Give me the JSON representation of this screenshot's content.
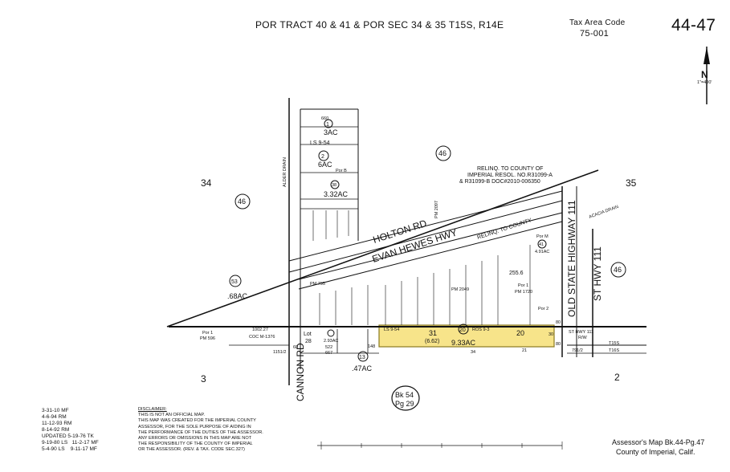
{
  "header": {
    "title": "POR TRACT 40 & 41 & POR SEC 34 & 35 T15S, R14E",
    "tax_area_label": "Tax Area Code",
    "tax_area_code": "75-001",
    "map_number": "44-47"
  },
  "north_arrow": {
    "letter": "N",
    "scale": "1\"=400'"
  },
  "sections": {
    "s34": "34",
    "s35": "35",
    "s3": "3",
    "s2": "2"
  },
  "circles": {
    "c46a": "46",
    "c46b": "46",
    "c46c": "46"
  },
  "roads": {
    "holton": "HOLTON RD",
    "evan": "EVAN HEWES HWY",
    "old_hwy": "OLD STATE HIGHWAY 111",
    "st_hwy": "ST HWY 111",
    "cannon": "CANNON RD",
    "alder": "ALDER DRAIN",
    "acacia": "ACACIA DRAIN"
  },
  "relinq": {
    "line1": "RELINQ. TO COUNTY OF",
    "line2": "IMPERIAL RESOL. NO.R31099-A",
    "line3": "& R31099-B   DOC#2010-006350",
    "county": "RELINQ. TO COUNTY"
  },
  "parcels": {
    "p1": "1",
    "p1_acres": "3AC",
    "p1_dim": "660",
    "p2": "2",
    "p2_acres": "6AC",
    "p2_por": "Por B",
    "p38": "38",
    "p38_acres": "3.32AC",
    "ls954": "LS 9-54",
    "p53": "53",
    "p53_acres": ".68AC",
    "lot28_a": "Lot",
    "lot28_b": "28",
    "p13": "13",
    "p13_acres": ".47AC",
    "p31": "31",
    "p31_acres": "(6.62)",
    "p20": "20",
    "p20_b": "20",
    "ros": "ROS 9-3",
    "yellow_acres": "9.33AC",
    "ls954b": "LS 9-54",
    "p12_acres": "2.93AC",
    "p41": "41",
    "p41_acres": "4.91AC",
    "por_m": "Por M",
    "por1_pm": "Por 1",
    "pm1720": "PM 1720",
    "por2": "Por 2",
    "acres_2551": "255.6",
    "por1_pm596": "Por 1",
    "pm596": "PM 596",
    "coc": "COC M-1376",
    "dim_1002": "1002.27",
    "dim_522": "522",
    "dim_667": "667",
    "dim_1151": "1151/2",
    "dim_148": "148",
    "dim_791": "791/2",
    "dim_80a": "80",
    "dim_80b": "80",
    "dim_21": "21",
    "dim_34": "34",
    "dim_60": "60",
    "dim_30": "30",
    "st_hwy_rw_a": "ST HWY 111",
    "st_hwy_rw_b": "R/W",
    "t15s": "T15S",
    "t16s": "T16S",
    "pm2097": "PM 2097",
    "pm795": "PM 795",
    "pm2049": "PM 2049"
  },
  "book": {
    "bk": "Bk 54",
    "pg": "Pg 29"
  },
  "updates": [
    [
      "3-31-10 MF",
      ""
    ],
    [
      "4-6-94 RM",
      ""
    ],
    [
      "11-12-93 RM",
      ""
    ],
    [
      "8-14-92 RM",
      ""
    ],
    [
      "UPDATED 5-19-76 TK",
      ""
    ],
    [
      "9-19-80 LS",
      "11-2-17 MF"
    ],
    [
      "5-4-90 LS",
      "9-11-17 MF"
    ]
  ],
  "disclaimer": {
    "heading": "DISCLAIMER:",
    "lines": [
      "THIS IS NOT AN OFFICIAL MAP.",
      "THIS MAP WAS CREATED FOR THE IMPERIAL COUNTY",
      "ASSESSOR, FOR THE SOLE PURPOSE OF AIDING IN",
      "THE PERFORMANCE OF THE DUTIES OF THE ASSESSOR.",
      "ANY ERRORS OR OMISSIONS IN THIS MAP ARE NOT",
      "THE RESPONSIBILITY OF THE COUNTY OF IMPERIAL",
      "OR THE ASSESSOR. (REV. & TAX. CODE SEC.327)"
    ]
  },
  "footer": {
    "line1": "Assessor's Map Bk.44-Pg.47",
    "line2": "County of Imperial, Calif."
  },
  "colors": {
    "highlight": "#f7e48a",
    "highlight_border": "#8a7a20",
    "ink": "#111111"
  }
}
